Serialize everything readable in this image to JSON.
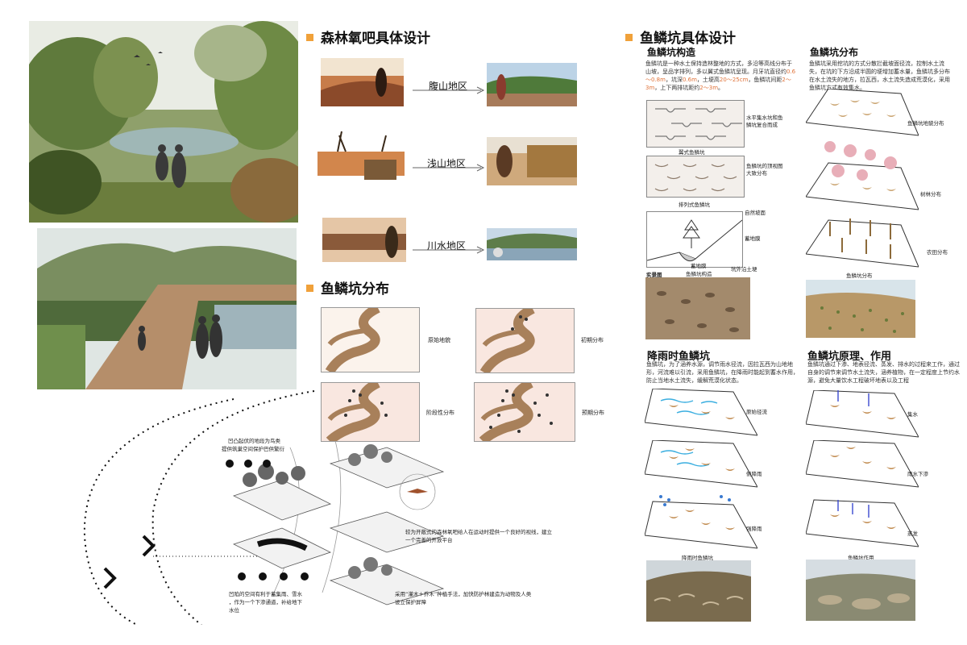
{
  "left": {
    "diagram_labels": {
      "top_note_line1": "凹凸起伏的地段为鸟类",
      "top_note_line2": "提供筑巢空间保护巴供繁衍",
      "middle_note_line1": "较为开敞式的森林氧吧给人在运动时提供一个良好的视线，建立",
      "middle_note_line2": "一个完善的开放平台",
      "bottom_left_line1": "凹陷的空间有利于蓄集雨、雪水",
      "bottom_left_line2": "，作为一个下渗通道，补给地下",
      "bottom_left_line3": "水位",
      "bottom_right_line1": "采用“灌木＋乔木”种植手法，加快防护林建造为动物及人类",
      "bottom_right_line2": "设立保护屏障"
    }
  },
  "forest": {
    "title": "森林氧吧具体设计",
    "regions": [
      "腹山地区",
      "浅山地区",
      "川水地区"
    ]
  },
  "distribution": {
    "title": "鱼鳞坑分布",
    "stages": [
      "原始地貌",
      "初期分布",
      "阶段性分布",
      "预期分布"
    ]
  },
  "design": {
    "title": "鱼鳞坑具体设计",
    "construction": {
      "title": "鱼鳞坑构造",
      "para_parts": [
        "鱼鳞坑是一种水土保持造林整地的方式，多沿等高线分布于山坡，呈品字排列，多以翼式鱼鳞坑呈现。月牙坑直径约",
        "0.6～0.8m",
        "，坑深",
        "0.6m",
        "，土埂高",
        "20～25cm",
        "，鱼鳞坑间距",
        "2～3m",
        "，上下两排坑距约",
        "2～3m",
        "。"
      ],
      "fig1_label_line1": "水平集水坑和鱼",
      "fig1_label_line2": "鳞坑复合而成",
      "fig1_caption": "翼式鱼鳞坑",
      "fig2_label_line1": "鱼鳞坑的顶视图",
      "fig2_label_line2": "大致分布",
      "fig2_caption": "排列式鱼鳞坑",
      "fig3_labels": [
        "自然坡面",
        "蓄地膜",
        "坑外沿土埂"
      ],
      "fig3_caption_line1": "蓄地膜",
      "fig3_caption_line2": "鱼鳞坑构造",
      "photo_label": "实景图"
    },
    "distrib": {
      "title": "鱼鳞坑分布",
      "para": "鱼鳞坑采用挖坑的方式分散拦截坡面径流，控制水土流失，在坑的下方沿成半圆的埂增加蓄水量，鱼鳞坑多分布在水土流失的地方，拉瓦西，水土流失造成荒漠化，采用鱼鳞坑方式有效集水。",
      "labels": [
        "鱼鳞坑地貌分布",
        "树林分布",
        "农田分布"
      ],
      "caption": "鱼鳞坑分布"
    },
    "rain": {
      "title": "降雨时鱼鳞坑",
      "para": "鱼鳞坑，为了涵养水源，调节雨水径流，因拉瓦西为山地地形，河流难以引流，采用鱼鳞坑，在降雨时能起到蓄水作用，防止当地水土流失，缓解荒漠化状态。",
      "labels": [
        "原始径流",
        "侧降雨",
        "强降雨"
      ],
      "caption": "降雨时鱼鳞坑"
    },
    "principle": {
      "title": "鱼鳞坑原理、作用",
      "para": "鱼鳞坑通过下渗、地表径流、蒸发、排水的过程来工作，通过自身的调节来调节水土流失，涵养植物，在一定程度上节约水源，避免大量饮水工程破坏地表以及工程",
      "labels": [
        "集水",
        "雨水下渗",
        "蒸发"
      ],
      "caption": "鱼鳞坑作用"
    }
  },
  "colors": {
    "accent": "#f0a13a",
    "soil": "#a8805a",
    "water": "#3aaee0",
    "highlight": "#e0733a"
  }
}
